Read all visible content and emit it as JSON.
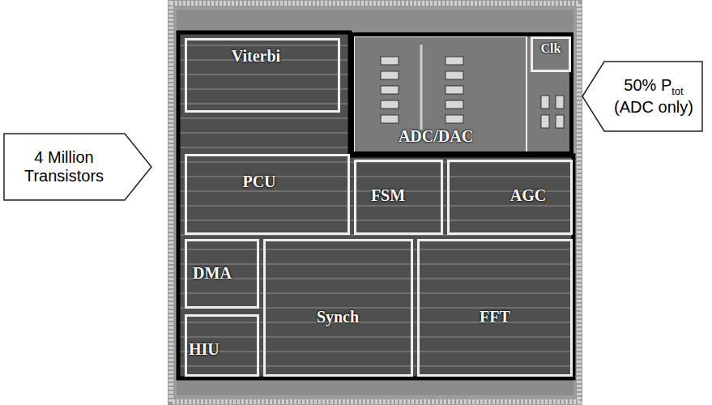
{
  "diagram": {
    "nodes": [
      {
        "text": [
          "Viterbi"
        ]
      },
      {
        "text": [
          "ADC/DAC"
        ]
      },
      {
        "text": [
          "Clk"
        ],
        "in": 1
      },
      {
        "text": [
          "50% P",
          "tot",
          "(ADC only)"
        ]
      },
      {
        "text": [
          "4 Million Transistors"
        ]
      },
      {
        "text": [
          "PCU"
        ]
      },
      {
        "text": [
          "FSM"
        ]
      },
      {
        "text": [
          "AGC"
        ]
      },
      {
        "text": [
          "DMA"
        ]
      },
      {
        "text": [
          "Synch"
        ]
      },
      {
        "text": [
          "FFT"
        ]
      },
      {
        "text": [
          "HIU"
        ]
      }
    ]
  }
}
